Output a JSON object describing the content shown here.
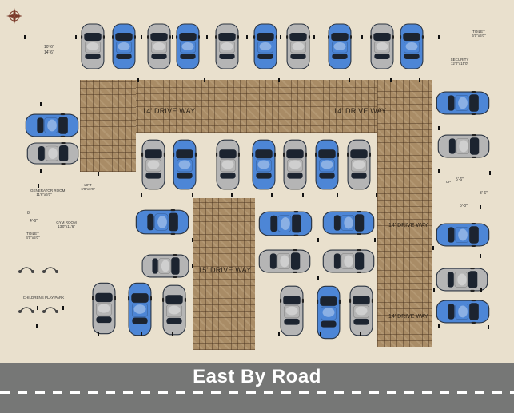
{
  "labels": {
    "drive_top_left": "14' DRIVE WAY",
    "drive_top_right": "14' DRIVE WAY",
    "drive_center": "15' DRIVE WAY",
    "drive_right_upper": "14' DRIVE WAY",
    "drive_right_lower": "14' DRIVE WAY",
    "road": "East  By Road",
    "toilet_top": "TOILET",
    "toilet_top_size": "6'0\"x6'0\"",
    "security": "SECURITY",
    "security_size": "12'0\"x15'0\"",
    "generator": "GENERATOR ROOM",
    "generator_size": "11'6\"x6'0\"",
    "lift": "LIFT",
    "lift_size": "6'0\"x6'0\"",
    "up": "UP",
    "gym": "GYM ROOM",
    "gym_size": "13'0\"x11'6\"",
    "toilet_left": "TOILET",
    "toilet_left_size": "4'0\"x5'0\"",
    "play_park": "CHILDRENS PLAY PARK",
    "dim_left_a": "10'-6\"",
    "dim_left_b": "14'-6\"",
    "dim_right_a": "5'-6\"",
    "dim_right_b": "3'-6\"",
    "dim_right_c": "5'-0\"",
    "dim_left_c": "4'-6\"",
    "dim_left_d": "8'"
  },
  "icons": [
    "compass-rose-icon",
    "swing-icon"
  ],
  "colors": {
    "ground": "#e9e0cd",
    "paver": "#a98c66",
    "road": "#767776",
    "car_blue": "#4d86d6",
    "car_silver": "#b5b5b5"
  }
}
